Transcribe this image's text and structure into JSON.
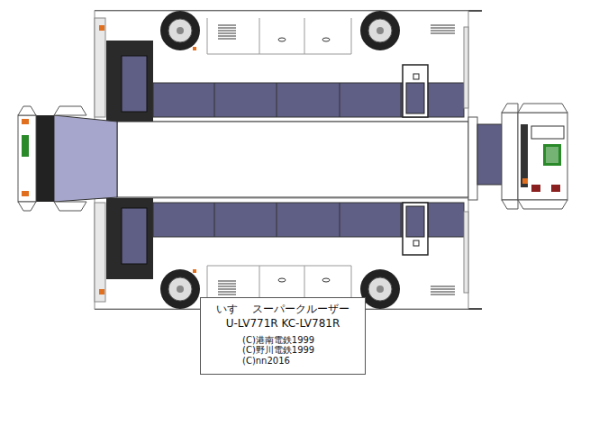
{
  "diagram": {
    "nodes": [
      {
        "text": [
          "いすゞ スーパークルーザー",
          "U-LV771R KC-LV781R",
          "(C)港南電鉄1999",
          "(C)野川電鉄1999",
          "(C)nn2016"
        ]
      }
    ]
  }
}
